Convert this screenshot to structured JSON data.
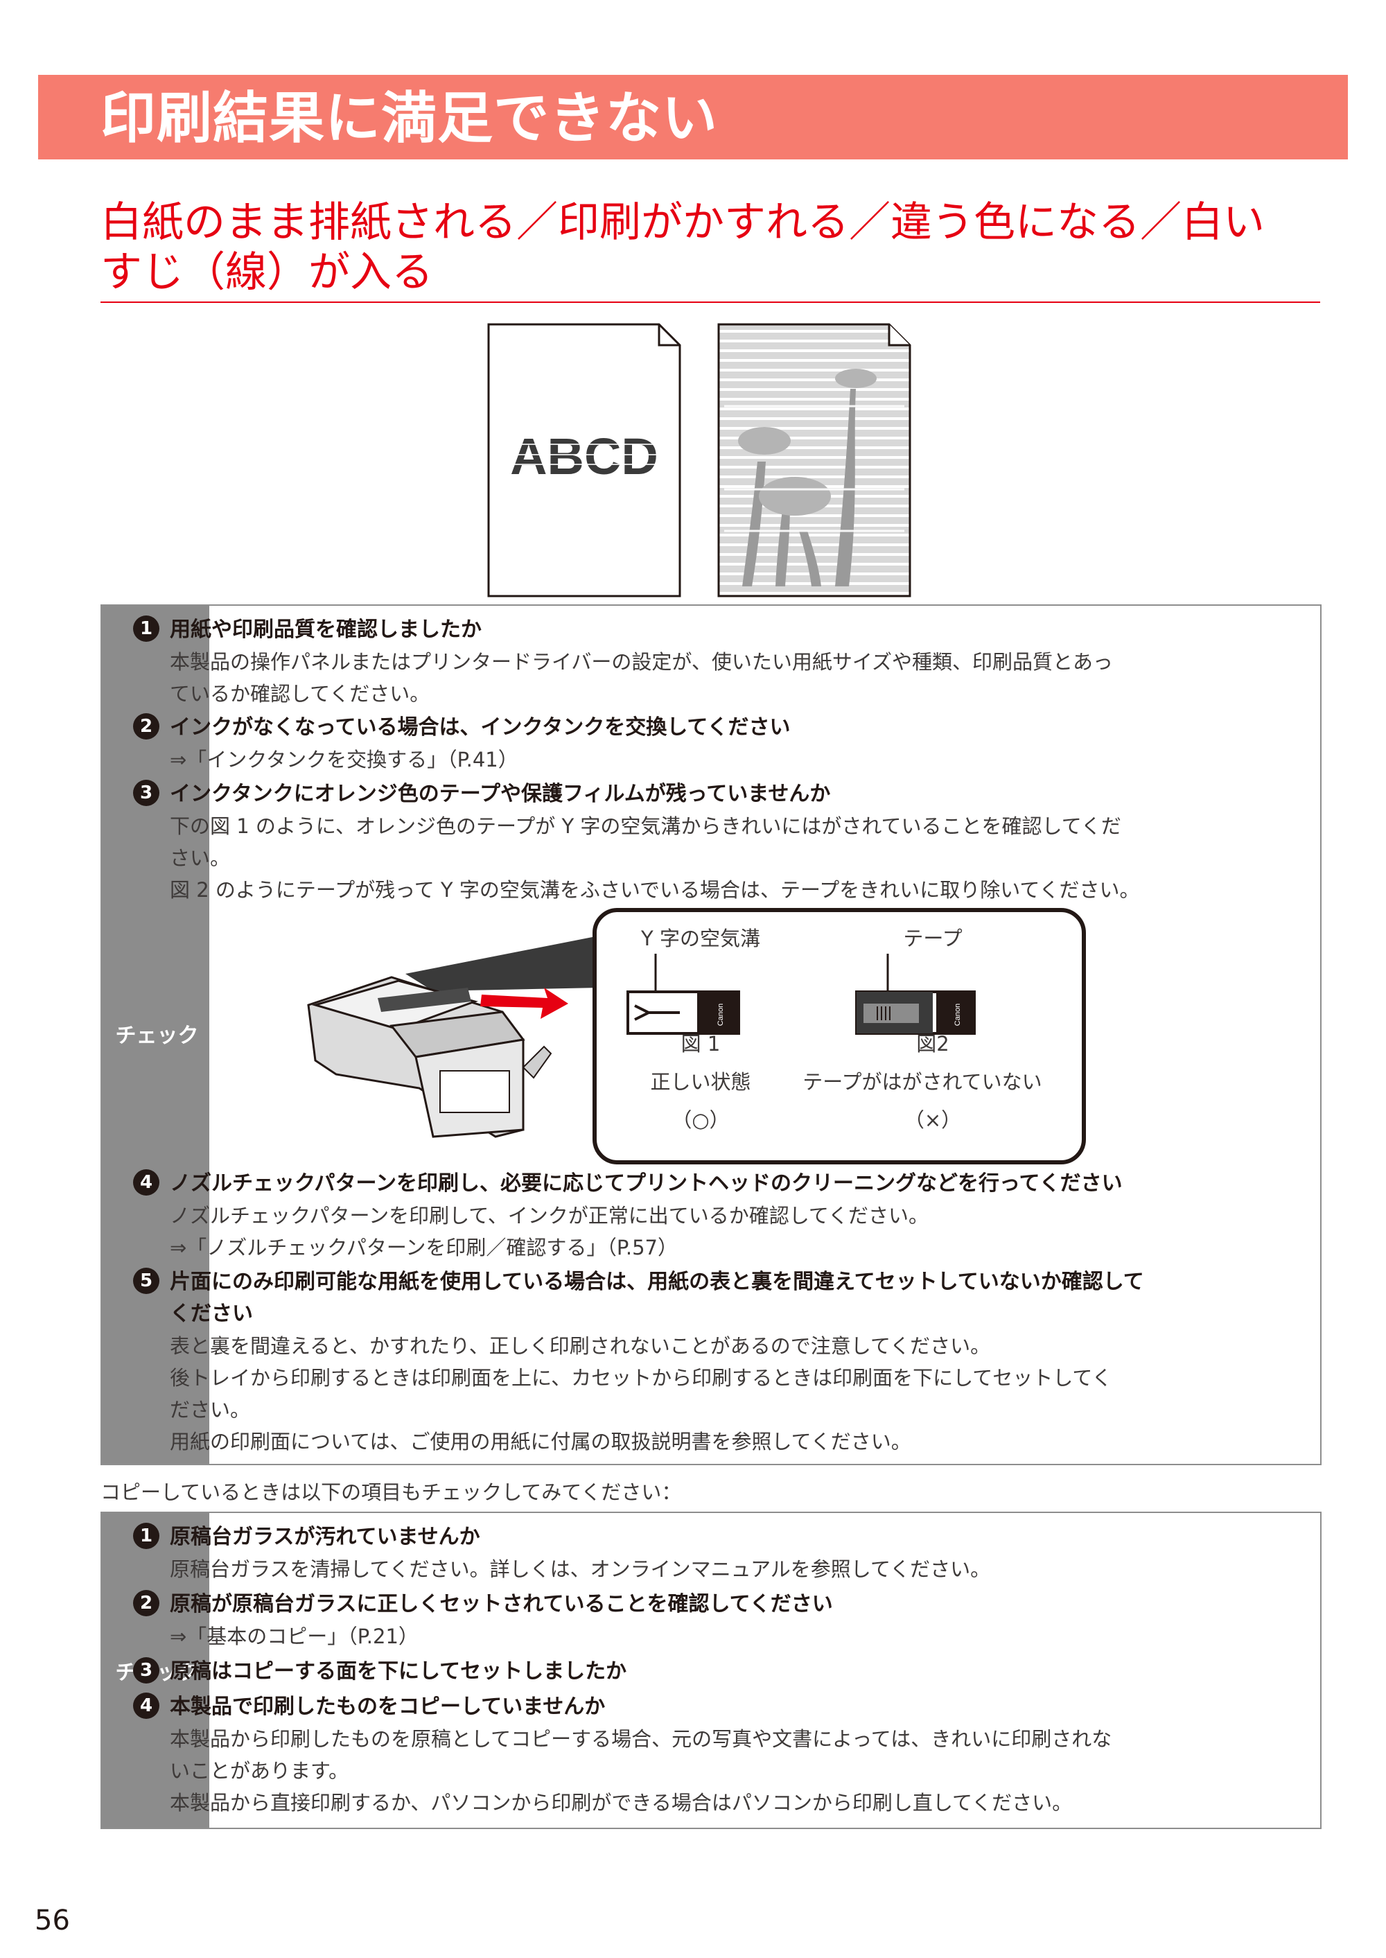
{
  "title": "印刷結果に満足できない",
  "subtitle_line1": "白紙のまま排紙される／印刷がかすれる／違う色になる／白い",
  "subtitle_line2": "すじ（線）が入る",
  "sample_text": "ABCD",
  "check_label": "チェック",
  "section1": {
    "items": [
      {
        "num": "1",
        "head": "用紙や印刷品質を確認しましたか",
        "body": [
          "本製品の操作パネルまたはプリンタードライバーの設定が、使いたい用紙サイズや種類、印刷品質とあっ",
          "ているか確認してください。"
        ]
      },
      {
        "num": "2",
        "head": "インクがなくなっている場合は、インクタンクを交換してください",
        "body": [
          "⇒「インクタンクを交換する」（P.41）"
        ]
      },
      {
        "num": "3",
        "head": "インクタンクにオレンジ色のテープや保護フィルムが残っていませんか",
        "body": [
          "下の図 1 のように、オレンジ色のテープが Y 字の空気溝からきれいにはがされていることを確認してくだ",
          "さい。",
          "図 2 のようにテープが残って Y 字の空気溝をふさいでいる場合は、テープをきれいに取り除いてください。"
        ]
      },
      {
        "num": "4",
        "head": "ノズルチェックパターンを印刷し、必要に応じてプリントヘッドのクリーニングなどを行ってください",
        "body": [
          "ノズルチェックパターンを印刷して、インクが正常に出ているか確認してください。",
          "⇒「ノズルチェックパターンを印刷／確認する」（P.57）"
        ]
      },
      {
        "num": "5",
        "head_lines": [
          "片面にのみ印刷可能な用紙を使用している場合は、用紙の表と裏を間違えてセットしていないか確認して",
          "ください"
        ],
        "body": [
          "表と裏を間違えると、かすれたり、正しく印刷されないことがあるので注意してください。",
          "後トレイから印刷するときは印刷面を上に、カセットから印刷するときは印刷面を下にしてセットしてく",
          "ださい。",
          "用紙の印刷面については、ご使用の用紙に付属の取扱説明書を参照してください。"
        ]
      }
    ]
  },
  "figure": {
    "label_y_groove": "Y 字の空気溝",
    "label_tape": "テープ",
    "fig1": "図 1",
    "fig2": "図2",
    "fig1_desc": "正しい状態",
    "fig2_desc": "テープがはがされていない",
    "fig1_mark": "（○）",
    "fig2_mark": "（×）",
    "brand": "Canon"
  },
  "copy_note": "コピーしているときは以下の項目もチェックしてみてください：",
  "section2": {
    "items": [
      {
        "num": "1",
        "head": "原稿台ガラスが汚れていませんか",
        "body": [
          "原稿台ガラスを清掃してください。詳しくは、オンラインマニュアルを参照してください。"
        ]
      },
      {
        "num": "2",
        "head": "原稿が原稿台ガラスに正しくセットされていることを確認してください",
        "body": [
          "⇒「基本のコピー」（P.21）"
        ]
      },
      {
        "num": "3",
        "head": "原稿はコピーする面を下にしてセットしましたか",
        "body": []
      },
      {
        "num": "4",
        "head": "本製品で印刷したものをコピーしていませんか",
        "body": [
          "本製品から印刷したものを原稿としてコピーする場合、元の写真や文書によっては、きれいに印刷されな",
          "いことがあります。",
          "本製品から直接印刷するか、パソコンから印刷ができる場合はパソコンから印刷し直してください。"
        ]
      }
    ]
  },
  "page_number": "56"
}
